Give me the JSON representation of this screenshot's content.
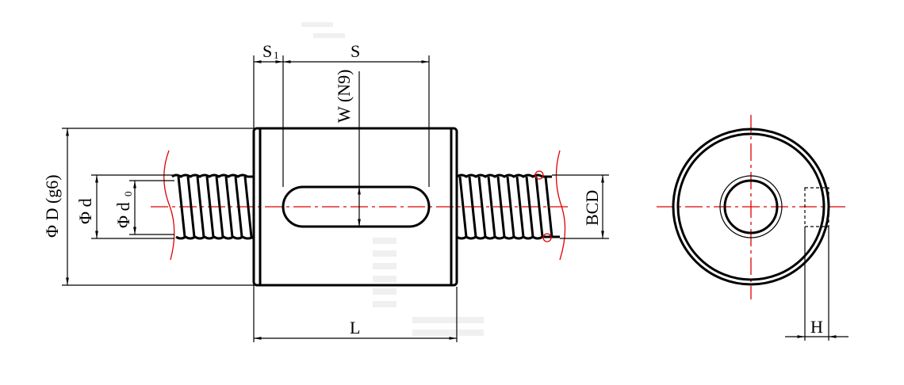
{
  "labels": {
    "s1": "S",
    "s1_sub": "1",
    "s": "S",
    "w": "W (N9)",
    "phi_D": "Φ D (g6)",
    "phi_d": "Φ d",
    "phi_d0": "Φ d",
    "phi_d0_sub": "0",
    "bcd": "BCD",
    "l": "L",
    "h": "H"
  },
  "colors": {
    "outline": "#000000",
    "centerline": "#e00000"
  }
}
